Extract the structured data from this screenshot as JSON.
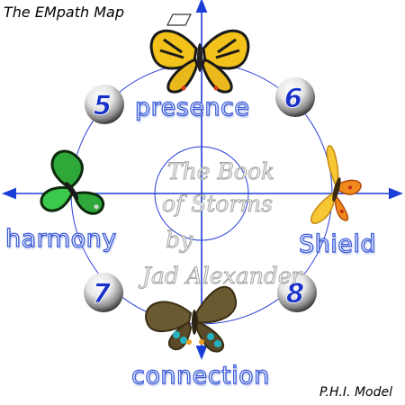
{
  "title": "The EMpath Map",
  "model_label": "P.H.I. Model",
  "words": {
    "top": "presence",
    "left": "harmony",
    "right": "Shield",
    "bottom": "connection"
  },
  "numbers": {
    "upper_left": "5",
    "upper_right": "6",
    "lower_left": "7",
    "lower_right": "8"
  },
  "center_text": {
    "line1": "The Book",
    "line2": "of Storms",
    "line3": "by",
    "line4": "Jad Alexander"
  },
  "butterflies": {
    "top": "yellow-black-swallowtail",
    "left": "green-birdwing",
    "right": "orange-yellow-butterfly",
    "bottom": "brown-teal-swallowtail"
  },
  "colors": {
    "axis": "#1a3fd6",
    "circle": "#2a3fd8",
    "word_outline": "#3b5bd8",
    "number": "#1830c8"
  }
}
